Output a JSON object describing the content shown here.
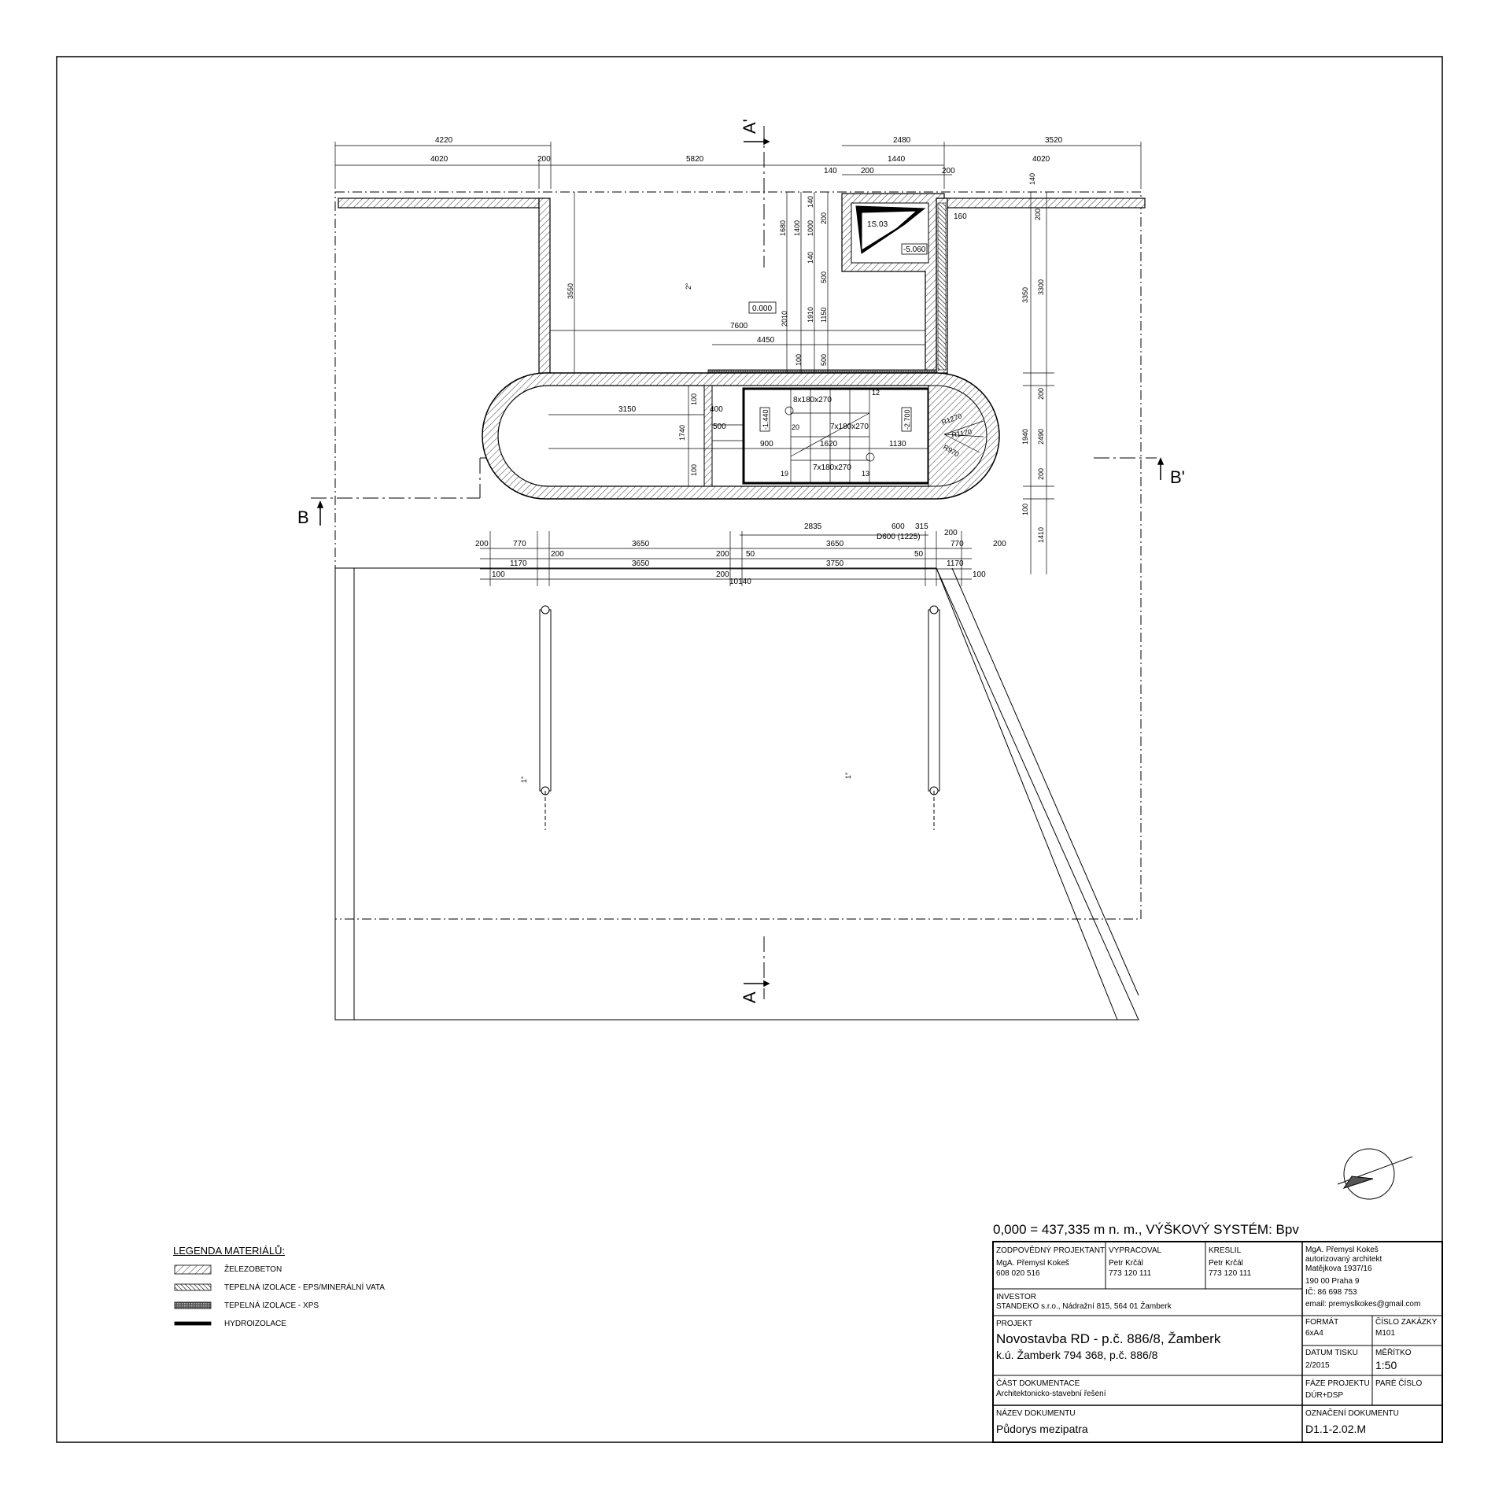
{
  "sections": {
    "a_top": "A'",
    "a_bottom": "A",
    "b_left": "B",
    "b_right": "B'"
  },
  "labels": {
    "room": "1S.03",
    "level_room": "-5.060",
    "level_main": "0.000",
    "level_left": "-1.440",
    "level_right": "-2.700",
    "stair_1": "8x180x270",
    "stair_2": "7x180x270",
    "stair_3": "7x180x270",
    "step_12": "12",
    "step_20": "20",
    "step_19": "19",
    "step_13": "13",
    "r1": "R1270",
    "r2": "R1170",
    "r3": "R970",
    "d600": "D600 (1225)",
    "slope_2": "2°",
    "slope_1a": "1°",
    "slope_1b": "1°"
  },
  "dims": {
    "top": [
      "4220",
      "4020",
      "200",
      "5820",
      "2480",
      "3520",
      "140",
      "200",
      "1440",
      "200",
      "4020"
    ],
    "vertical_mid": [
      "1680",
      "1400",
      "140",
      "1000",
      "200",
      "140",
      "500",
      "1150",
      "1910",
      "2010",
      "500",
      "100"
    ],
    "right_vertical": [
      "140",
      "200",
      "3350",
      "3300",
      "200",
      "1940",
      "2490",
      "200",
      "100",
      "1410"
    ],
    "left_vertical": [
      "3550",
      "1740",
      "100",
      "100"
    ],
    "horizontal_mid": [
      "7600",
      "4450",
      "3150",
      "400",
      "500",
      "900",
      "1620",
      "1130",
      "160"
    ],
    "bottom_row1": [
      "2835",
      "600",
      "315"
    ],
    "bottom_row2": [
      "200",
      "770",
      "3650",
      "3650",
      "200",
      "770",
      "200"
    ],
    "bottom_row3": [
      "200",
      "200",
      "50",
      "50"
    ],
    "bottom_row4": [
      "1170",
      "3650",
      "3750",
      "1170"
    ],
    "bottom_row5": [
      "100",
      "200",
      "10140",
      "100"
    ]
  },
  "legend": {
    "title": "LEGENDA MATERIÁLŮ:",
    "items": [
      "ŽELEZOBETON",
      "TEPELNÁ IZOLACE - EPS/MINERÁLNÍ VATA",
      "TEPELNÁ IZOLACE - XPS",
      "HYDROIZOLACE"
    ]
  },
  "titleblock": {
    "height_note": "0,000 = 437,335 m n. m., VÝŠKOVÝ SYSTÉM: Bpv",
    "resp_label": "ZODPOVĚDNÝ PROJEKTANT",
    "resp_name": "MgA. Přemysl Kokeš",
    "resp_phone": "608 020 516",
    "prep_label": "VYPRACOVAL",
    "prep_name": "Petr Krčál",
    "prep_phone": "773 120 111",
    "draw_label": "KRESLIL",
    "draw_name": "Petr Krčál",
    "draw_phone": "773 120 111",
    "arch_lines": [
      "MgA. Přemysl Kokeš",
      "autorizovaný architekt",
      "Matějkova 1937/16",
      "190 00 Praha 9",
      "IČ: 86 698 753",
      "email: premyslkokes@gmail.com"
    ],
    "investor_label": "INVESTOR",
    "investor_value": "STANDEKO s.r.o., Nádražní 815, 564 01 Žamberk",
    "project_label": "PROJEKT",
    "project_line1": "Novostavba RD - p.č. 886/8, Žamberk",
    "project_line2": "k.ú. Žamberk 794 368, p.č. 886/8",
    "format_label": "FORMÁT",
    "format_value": "6xA4",
    "order_label": "ČÍSLO ZAKÁZKY",
    "order_value": "M101",
    "date_label": "DATUM TISKU",
    "date_value": "2/2015",
    "scale_label": "MĚŘÍTKO",
    "scale_value": "1:50",
    "part_label": "ČÁST DOKUMENTACE",
    "part_value": "Architektonicko-stavební řešení",
    "phase_label": "FÁZE PROJEKTU",
    "phase_value": "DÚR+DSP",
    "copy_label": "PARÉ ČÍSLO",
    "docname_label": "NÁZEV DOKUMENTU",
    "docname_value": "Půdorys mezipatra",
    "docmark_label": "OZNAČENÍ DOKUMENTU",
    "docmark_value": "D1.1-2.02.M"
  }
}
